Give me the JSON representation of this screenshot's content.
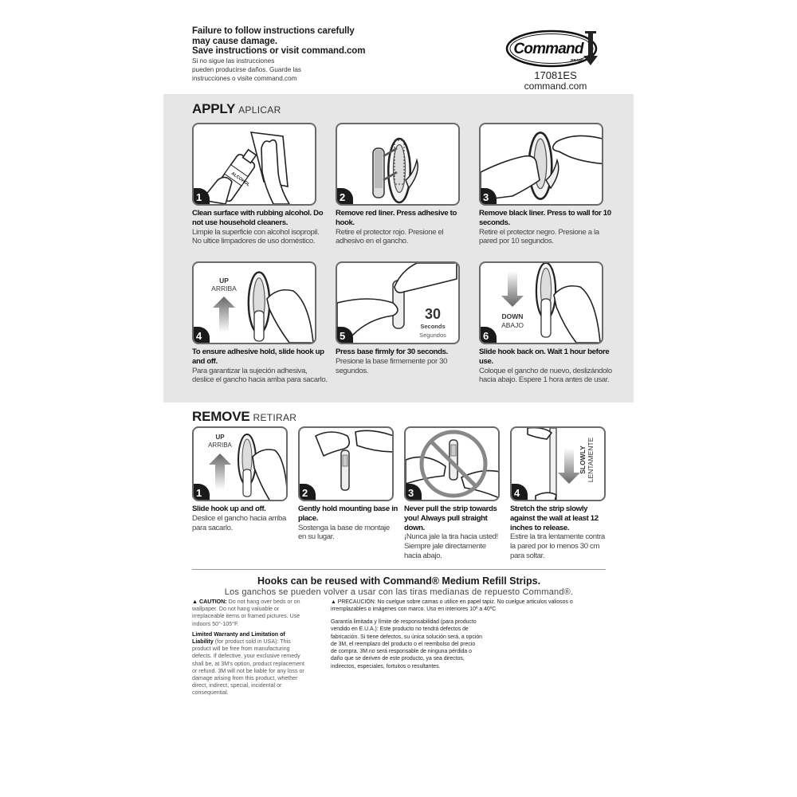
{
  "header": {
    "warning_en_lines": [
      "Failure to follow instructions carefully",
      "may cause damage.",
      "Save instructions or visit command.com"
    ],
    "warning_es_lines": [
      "Si no sigue las instrucciones",
      "pueden producirse daños. Guarde las",
      "instrucciones o visite command.com"
    ],
    "logo_text": "Command",
    "logo_subtext": "BRAND",
    "product_code": "17081ES",
    "website": "command.com"
  },
  "apply": {
    "title": "APPLY",
    "title_es": "APLICAR",
    "steps": [
      {
        "num": "1",
        "en": "Clean surface with rubbing alcohol. Do not use household cleaners.",
        "es": "Limpie la superficie con alcohol isopropil. No ultice limpadores de uso doméstico.",
        "labels": [
          "ALCOHOL"
        ]
      },
      {
        "num": "2",
        "en": "Remove red liner. Press adhesive to hook.",
        "es": "Retire el protector rojo. Presione el adhesivo en el gancho.",
        "labels": []
      },
      {
        "num": "3",
        "en": "Remove black liner. Press to wall for 10 seconds.",
        "es": "Retire el protector negro. Presione a la pared por 10 segundos.",
        "labels": []
      },
      {
        "num": "4",
        "en": "To ensure adhesive hold, slide hook up and off.",
        "es": "Para garantizar la sujeción adhesiva, deslice el gancho hacia arriba para sacarlo.",
        "labels": [
          "UP",
          "ARRIBA"
        ]
      },
      {
        "num": "5",
        "en": "Press base firmly for 30 seconds.",
        "es": "Presione la base firmemente por 30 segundos.",
        "labels": [
          "30",
          "Seconds",
          "Segundos"
        ]
      },
      {
        "num": "6",
        "en": "Slide hook back on. Wait 1 hour before use.",
        "es": "Coloque el gancho de nuevo, deslizándolo hacia abajo. Espere 1 hora antes de usar.",
        "labels": [
          "DOWN",
          "ABAJO"
        ]
      }
    ]
  },
  "remove": {
    "title": "REMOVE",
    "title_es": "RETIRAR",
    "steps": [
      {
        "num": "1",
        "en": "Slide hook up and off.",
        "es": "Deslice el gancho hacia arriba para sacarlo.",
        "labels": [
          "UP",
          "ARRIBA"
        ]
      },
      {
        "num": "2",
        "en": "Gently hold mounting base in place.",
        "es": "Sostenga la base de montaje en su lugar.",
        "labels": []
      },
      {
        "num": "3",
        "en": "Never pull the strip towards you! Always pull straight down.",
        "es": "¡Nunca jale la tira hacia usted! Siempre jale directamente hacia abajo.",
        "labels": []
      },
      {
        "num": "4",
        "en": "Stretch the strip slowly against the wall at least 12 inches to release.",
        "es": "Estire la tira lentamente contra la pared por lo menos 30 cm para soltar.",
        "labels": [
          "SLOWLY",
          "LENTAMENTE"
        ]
      }
    ]
  },
  "footer": {
    "reuse_en": "Hooks can be reused with Command® Medium Refill Strips.",
    "reuse_es": "Los ganchos se pueden volver a usar con las tiras medianas de repuesto Command®.",
    "caution_label": "▲ CAUTION:",
    "caution_text": "Do not hang over beds or on wallpaper. Do not hang valuable or irreplaceable items or framed pictures. Use indoors 50°-105°F.",
    "warranty_label": "Limited Warranty and Limitation of Liability",
    "warranty_text": "(for product sold in USA): This product will be free from manufacturing defects. If defective, your exclusive remedy shall be, at 3M's option, product replacement or refund. 3M will not be liable for any loss or damage arising from this product, whether direct, indirect, special, incidental or consequential.",
    "precaucion": "▲ PRECAUCIÓN: No cuelgue sobre camas o utilice en papel tapiz. No cuelgue articulos valiosos o irremplazables o imágenes con marco. Uso en interiores 10º a 40ºC",
    "garantia": "Garantía limitada y límite de responsabilidad (para producto vendido en E.U.A.): Este producto no tendrá defectos de fabricación. Si tiene defectos, su única solución será, a opción de 3M, el reemplazo del producto o el reembolso del precio de compra. 3M no será responsable de ninguna pérdida o daño que se deriven de este producto, ya sea directos, indirectos, especiales, fortuitos o resultantes."
  }
}
